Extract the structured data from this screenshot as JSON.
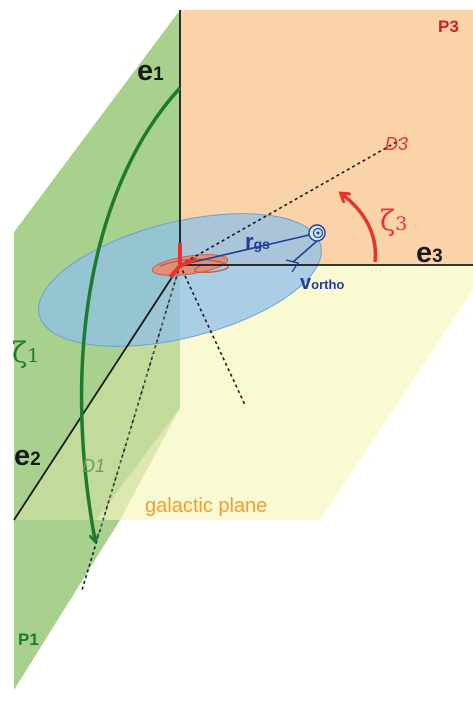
{
  "planes": {
    "p1": "P1",
    "p3": "P3",
    "galactic": "galactic plane"
  },
  "axes": {
    "e1": "e",
    "e1_sub": "1",
    "e2": "e",
    "e2_sub": "2",
    "e3": "e",
    "e3_sub": "3"
  },
  "directions": {
    "d1": "D1",
    "d3": "D3"
  },
  "angles": {
    "zeta1": "ζ",
    "zeta1_sub": "1",
    "zeta3": "ζ",
    "zeta3_sub": "3"
  },
  "vectors": {
    "rgs": "r",
    "rgs_sub": "gs",
    "vortho": "v",
    "vortho_sub": "ortho"
  },
  "colors": {
    "plane_p1": "#a9d18e",
    "plane_p3": "#fbd3a8",
    "plane_galactic": "#fafad2",
    "disk": "#8fbfe8",
    "axis": "#1a1a1a",
    "zeta1": "#1e7a2e",
    "zeta3": "#e8322a",
    "label_p1": "#1e7a2e",
    "label_p3": "#cc1f1f",
    "label_galactic": "#f39c34",
    "label_d1": "#6a9a6a",
    "label_d3": "#e8322a",
    "vector": "#1f3e99"
  }
}
